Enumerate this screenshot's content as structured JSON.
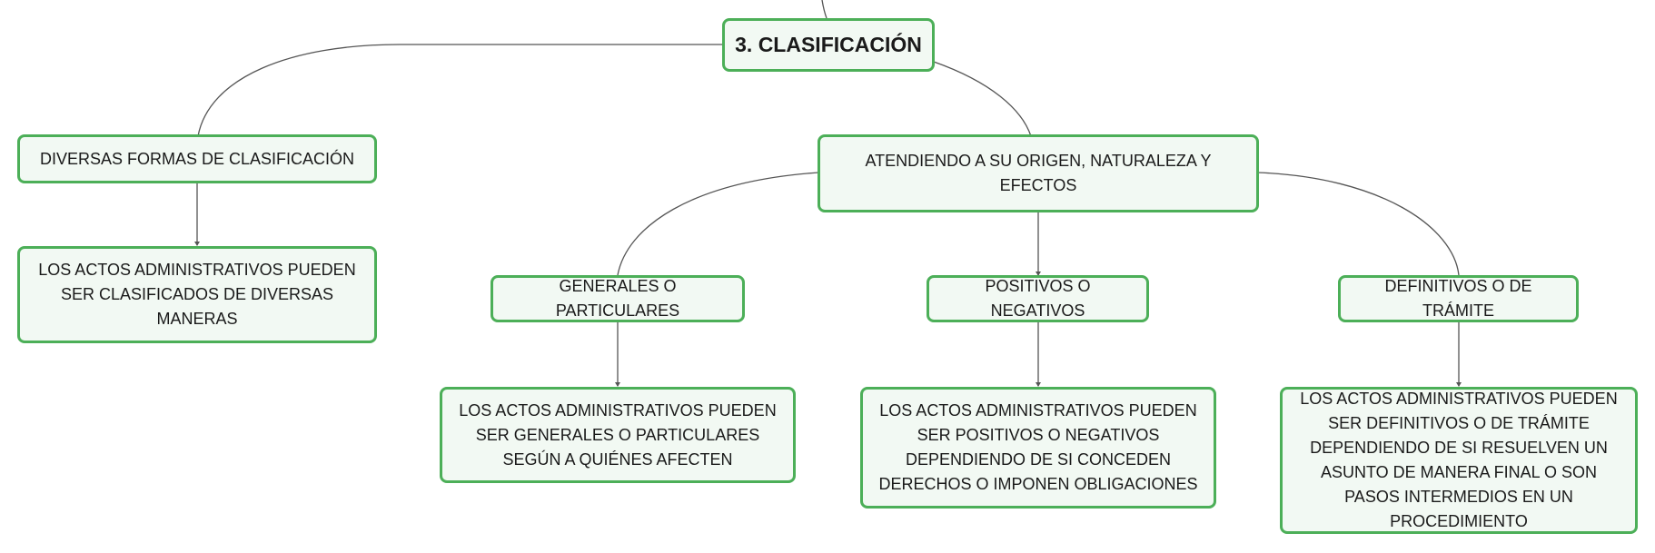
{
  "colors": {
    "border": "#4caf58",
    "fill": "#f2f9f3",
    "line": "#555555",
    "text": "#1a1a1a"
  },
  "root": {
    "label": "3. CLASIFICACIÓN"
  },
  "left_branch": {
    "label": "DIVERSAS FORMAS DE CLASIFICACIÓN",
    "detail": "LOS ACTOS ADMINISTRATIVOS PUEDEN SER CLASIFICADOS DE DIVERSAS MANERAS"
  },
  "right_branch": {
    "label": "ATENDIENDO A SU ORIGEN, NATURALEZA Y EFECTOS",
    "children": [
      {
        "label": "GENERALES O PARTICULARES",
        "detail": "LOS ACTOS ADMINISTRATIVOS PUEDEN SER GENERALES O PARTICULARES SEGÚN A QUIÉNES AFECTEN"
      },
      {
        "label": "POSITIVOS O NEGATIVOS",
        "detail": "LOS ACTOS ADMINISTRATIVOS PUEDEN SER POSITIVOS O NEGATIVOS DEPENDIENDO DE SI CONCEDEN DERECHOS O IMPONEN OBLIGACIONES"
      },
      {
        "label": "DEFINITIVOS O DE TRÁMITE",
        "detail": "LOS ACTOS ADMINISTRATIVOS PUEDEN SER DEFINITIVOS O DE TRÁMITE DEPENDIENDO DE SI RESUELVEN UN ASUNTO DE MANERA FINAL O SON PASOS INTERMEDIOS EN UN PROCEDIMIENTO"
      }
    ]
  }
}
